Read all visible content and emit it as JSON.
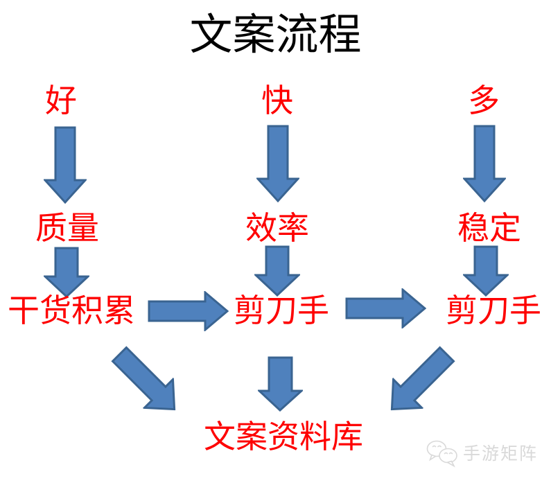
{
  "title": "文案流程",
  "colors": {
    "arrow_fill": "#4f81bd",
    "arrow_stroke": "#3a6491",
    "label_red": "#fe0000",
    "title_color": "#000000",
    "watermark": "#d9d9d9",
    "background": "#ffffff"
  },
  "columns": [
    {
      "source": "好",
      "middle": "质量",
      "result": "干货积累"
    },
    {
      "source": "快",
      "middle": "效率",
      "result": "剪刀手"
    },
    {
      "source": "多",
      "middle": "稳定",
      "result": "剪刀手"
    }
  ],
  "sink": "文案资料库",
  "watermark_text": "手游矩阵"
}
